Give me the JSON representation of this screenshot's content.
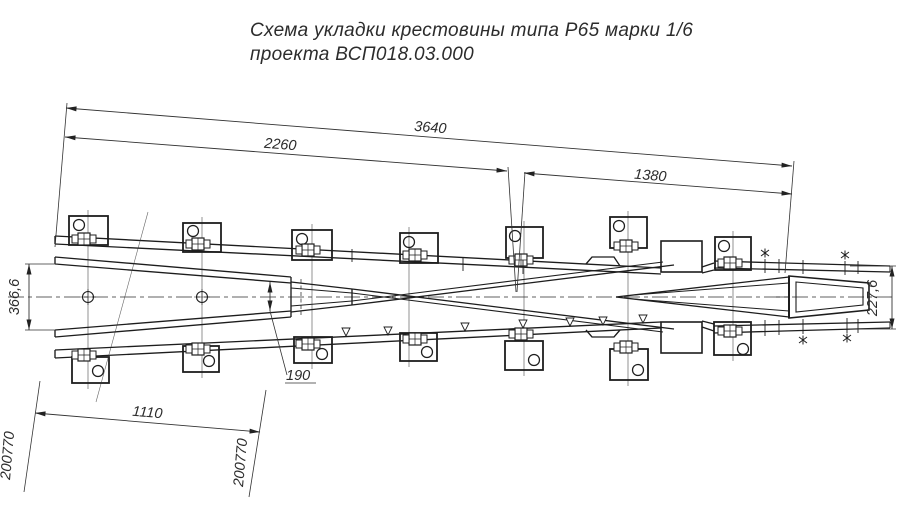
{
  "title": {
    "line1": "Схема укладки крестовины типа Р65 марки 1/6",
    "line2": "проекта ВСП018.03.000"
  },
  "dimensions": {
    "overall_length": "3640",
    "left_span": "2260",
    "right_span": "1380",
    "sleeper_span": "1110",
    "left_opening": "366,6",
    "right_opening": "227,6",
    "throat_width": "190",
    "sleeper_mark_left": "200770",
    "sleeper_mark_right": "200770"
  },
  "colors": {
    "ink": "#1f1f1f",
    "dim_line": "#333333",
    "paper": "#ffffff"
  }
}
